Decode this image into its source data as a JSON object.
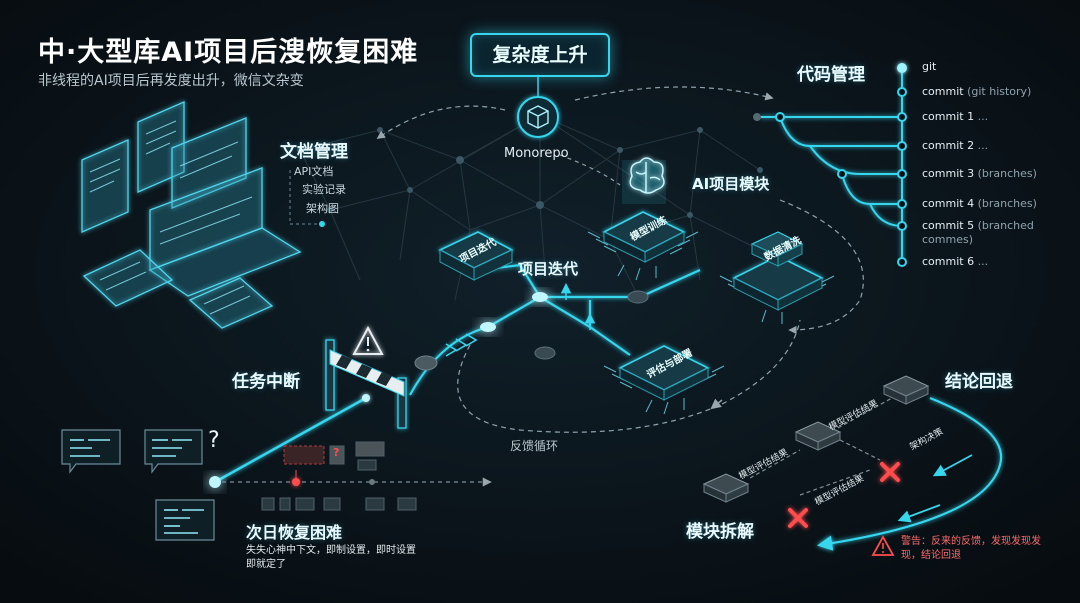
{
  "header": {
    "title": "中·大型库AI项目后溲恢复困难",
    "subtitle": "非线程的AI项目后再发度出升，微信文杂变"
  },
  "center": {
    "complexity_label": "复杂度上升",
    "monorepo_label": "Monorepo",
    "ai_module_label": "AI项目模块",
    "chip_training": "模型训练",
    "chip_cleaning": "数据清洗",
    "chip_deploy": "评估与部署",
    "iteration_label": "项目迭代",
    "iteration_tile": "项目迭代",
    "feedback_label": "反馈循环"
  },
  "docs": {
    "title": "文档管理",
    "items": [
      "API文档",
      "实验记录",
      "架构图"
    ]
  },
  "git": {
    "title": "代码管理",
    "entries": [
      {
        "main": "git",
        "note": ""
      },
      {
        "main": "commit",
        "note": "(git history)"
      },
      {
        "main": "commit 1",
        "note": "..."
      },
      {
        "main": "commit 2",
        "note": "..."
      },
      {
        "main": "commit 3",
        "note": "(branches)"
      },
      {
        "main": "commit 4",
        "note": "(branches)"
      },
      {
        "main": "commit 5",
        "note": "(branched"
      },
      {
        "main": "commit 6",
        "note": "..."
      }
    ],
    "entry5_cont": "commes)"
  },
  "interrupt": {
    "title": "任务中断",
    "question_mark": "?",
    "next_day_title": "次日恢复困难",
    "next_day_note": "失失心神中下文，即制设置，即时设置即就定了"
  },
  "decompose": {
    "conclusion_title": "结论回退",
    "module_title": "模块拆解",
    "result_1": "模型评估结果",
    "result_2": "模型评估结果",
    "result_3": "模型评估结果",
    "arch_decision": "架构决策",
    "warning": "警告：反来的反馈，发现发现发现，结论回退"
  },
  "colors": {
    "accent": "#35d6ee",
    "background": "#0a1117",
    "warning": "#ff4d4d",
    "text": "#e8f6fb"
  },
  "icons": [
    "monorepo-cube-icon",
    "brain-icon",
    "warning-triangle-icon",
    "barrier-icon",
    "red-x-icon"
  ]
}
